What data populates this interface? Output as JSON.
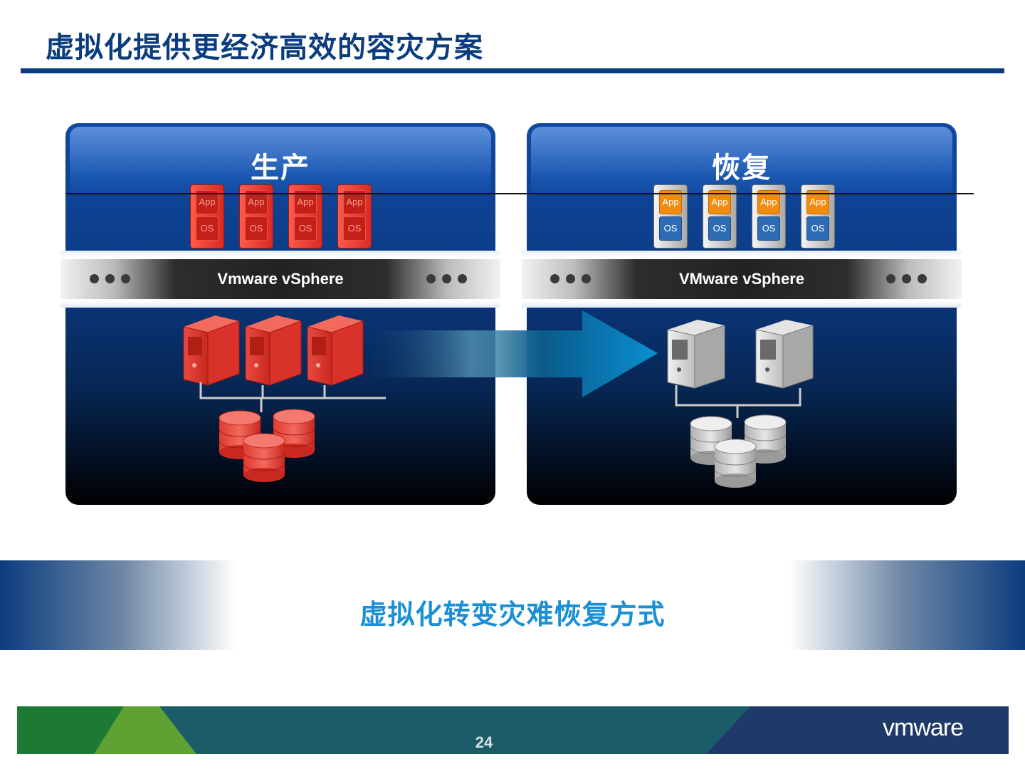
{
  "slide": {
    "title": "虚拟化提供更经济高效的容灾方案",
    "subtitle_banner": "虚拟化转变灾难恢复方式",
    "page_number": "24",
    "logo": "vmware"
  },
  "panels": {
    "production": {
      "title": "生产",
      "vsphere_label": "Vmware vSphere",
      "vms": [
        {
          "app": "App",
          "os": "OS"
        },
        {
          "app": "App",
          "os": "OS"
        },
        {
          "app": "App",
          "os": "OS"
        },
        {
          "app": "App",
          "os": "OS"
        }
      ],
      "color": "#d8322a"
    },
    "recovery": {
      "title": "恢复",
      "vsphere_label": "VMware vSphere",
      "vms": [
        {
          "app": "App",
          "os": "OS"
        },
        {
          "app": "App",
          "os": "OS"
        },
        {
          "app": "App",
          "os": "OS"
        },
        {
          "app": "App",
          "os": "OS"
        }
      ],
      "color": "#bdbdbd"
    }
  },
  "colors": {
    "title": "#0b3d7e",
    "banner_text": "#1b8fd6",
    "arrow": "#0a8fd0"
  }
}
